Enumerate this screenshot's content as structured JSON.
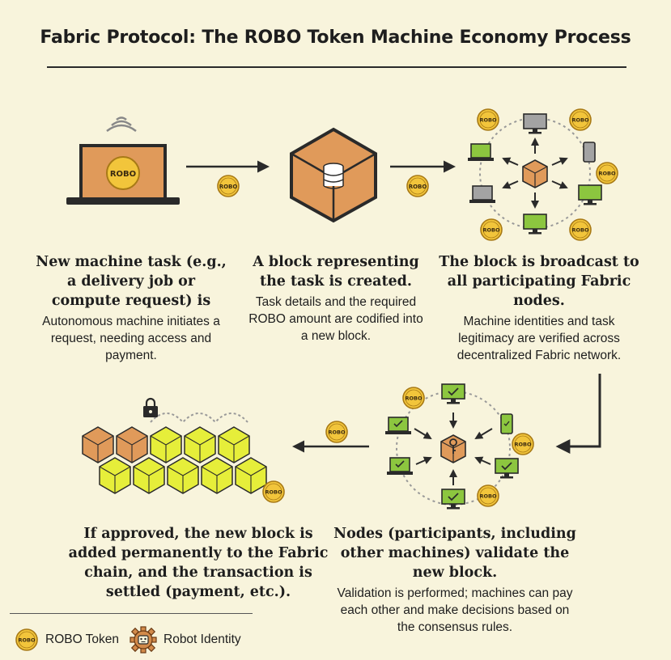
{
  "title": "Fabric Protocol: The ROBO Token Machine Economy Process",
  "coin_label": "ROBO",
  "colors": {
    "background": "#f8f4dc",
    "orange": "#e09a5a",
    "orange_dark": "#b8682c",
    "gold": "#f2c53b",
    "green": "#8cc63f",
    "yellow_block": "#e6ee3a",
    "node_gray": "#9a9a9a",
    "ink": "#2a2a2a"
  },
  "steps": [
    {
      "heading": "New machine task (e.g., a delivery job or compute request) is",
      "description": "Autonomous machine initiates a request, needing access and payment.",
      "icon": "laptop-icon"
    },
    {
      "heading": "A block representing the task is created.",
      "description": "Task details and the required ROBO amount are codified into a new block.",
      "icon": "block-cube-icon"
    },
    {
      "heading": "The block is broadcast to all participating Fabric nodes.",
      "description": "Machine identities and task legitimacy are verified across decentralized Fabric network.",
      "icon": "network-broadcast-icon"
    },
    {
      "heading": "Nodes (participants, including other machines) validate the new block.",
      "description": "Validation is performed; machines can pay each other and make decisions based on the consensus rules.",
      "icon": "network-validate-icon"
    },
    {
      "heading": "If approved, the new block is added permanently to the Fabric chain, and the transaction is settled (payment, etc.).",
      "description": "",
      "icon": "blockchain-icon"
    }
  ],
  "legend": {
    "token_label": "ROBO Token",
    "identity_label": "Robot Identity"
  }
}
